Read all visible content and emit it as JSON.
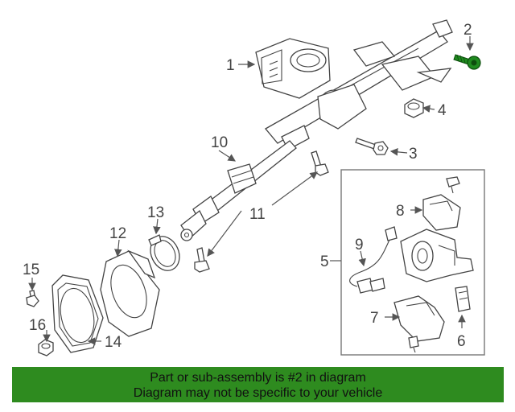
{
  "callouts": {
    "c1": "1",
    "c2": "2",
    "c3": "3",
    "c4": "4",
    "c5": "5",
    "c6": "6",
    "c7": "7",
    "c8": "8",
    "c9": "9",
    "c10": "10",
    "c11": "11",
    "c12": "12",
    "c13": "13",
    "c14": "14",
    "c15": "15",
    "c16": "16"
  },
  "highlight_color": "#1f8a1f",
  "banner": {
    "line1": "Part or sub-assembly is #2 in diagram",
    "line2": "Diagram may not be specific to your vehicle",
    "background": "#2e8b1f"
  }
}
